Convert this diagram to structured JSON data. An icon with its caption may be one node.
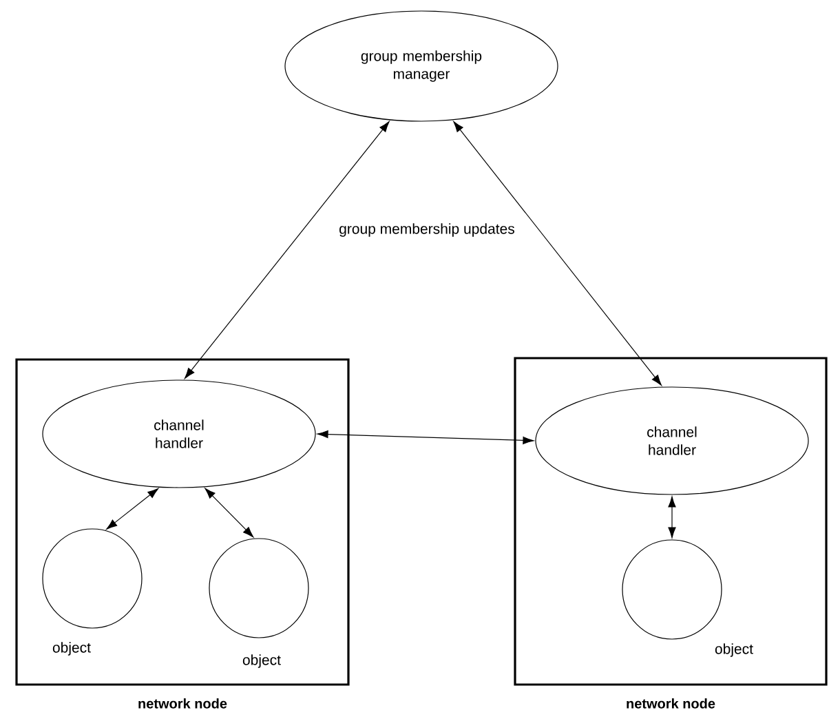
{
  "diagram": {
    "nodes": [
      {
        "text": [
          "group membership manager"
        ]
      },
      {
        "text": [
          "network node"
        ]
      },
      {
        "text": [
          "channel handler"
        ],
        "in": 1
      },
      {
        "text": [],
        "shape": "circle",
        "in": 1,
        "beside": [
          "object"
        ]
      },
      {
        "text": [],
        "shape": "circle",
        "in": 1,
        "beside": [
          "object"
        ]
      },
      {
        "text": [
          "network node"
        ]
      },
      {
        "text": [
          "channel handler"
        ],
        "in": 5
      },
      {
        "text": [],
        "shape": "circle",
        "in": 5,
        "beside": [
          "object"
        ]
      }
    ],
    "edges": [
      {
        "from": 0,
        "to": 2,
        "arrow": "both"
      },
      {
        "from": 0,
        "to": 6,
        "arrow": "both"
      },
      {
        "from": 2,
        "to": 6,
        "arrow": "both"
      },
      {
        "from": 2,
        "to": 3,
        "arrow": "both"
      },
      {
        "from": 2,
        "to": 4,
        "arrow": "both"
      },
      {
        "from": 6,
        "to": 7,
        "arrow": "both"
      }
    ],
    "labels": [
      "group membership updates"
    ]
  }
}
